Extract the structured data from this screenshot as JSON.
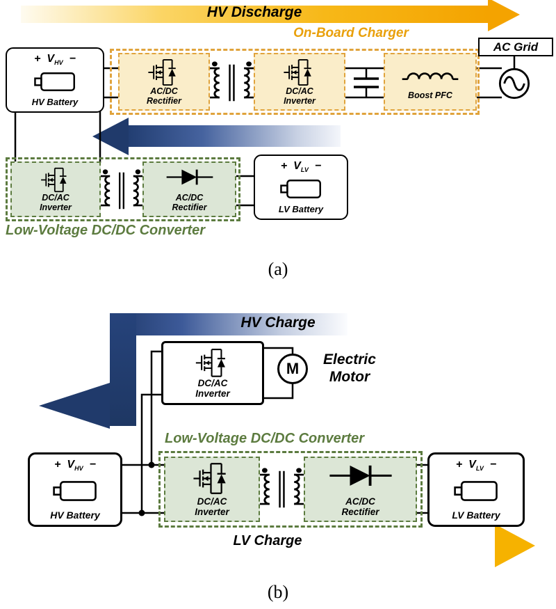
{
  "colors": {
    "gold_accent": "#F4A300",
    "gold_fill": "#FAEDC9",
    "gold_border": "#E0A33C",
    "navy_accent": "#203A6B",
    "green_accent": "#5C7B3F",
    "green_fill": "#DCE6D6"
  },
  "icons": {
    "mosfet": "mosfet-icon",
    "transformer": "transformer-icon",
    "diode": "diode-icon",
    "inductor": "inductor-icon",
    "ac_source": "ac-source-icon",
    "battery": "battery-icon",
    "motor": "motor-icon"
  },
  "figure_a": {
    "hv_discharge": "HV Discharge",
    "on_board_charger": "On-Board Charger",
    "ac_grid": "AC Grid",
    "hv_battery": {
      "plus": "+",
      "v": "V",
      "sub": "HV",
      "minus": "−",
      "label": "HV Battery"
    },
    "acdc_rectifier": "AC/DC\nRectifier",
    "dcac_inverter": "DC/AC\nInverter",
    "boost_pfc": "Boost PFC",
    "lv_inverter": "DC/AC\nInverter",
    "lv_rectifier": "AC/DC\nRectifier",
    "lv_battery": {
      "plus": "+",
      "v": "V",
      "sub": "LV",
      "minus": "−",
      "label": "LV Battery"
    },
    "lv_converter": "Low-Voltage DC/DC Converter",
    "caption": "(a)"
  },
  "figure_b": {
    "hv_charge": "HV Charge",
    "traction_inverter": "DC/AC\nInverter",
    "motor_letter": "M",
    "electric_motor": "Electric\nMotor",
    "lv_converter": "Low-Voltage DC/DC Converter",
    "lv_inverter": "DC/AC\nInverter",
    "lv_rectifier": "AC/DC\nRectifier",
    "hv_battery": {
      "plus": "+",
      "v": "V",
      "sub": "HV",
      "minus": "−",
      "label": "HV Battery"
    },
    "lv_battery": {
      "plus": "+",
      "v": "V",
      "sub": "LV",
      "minus": "−",
      "label": "LV Battery"
    },
    "lv_charge": "LV Charge",
    "caption": "(b)"
  }
}
